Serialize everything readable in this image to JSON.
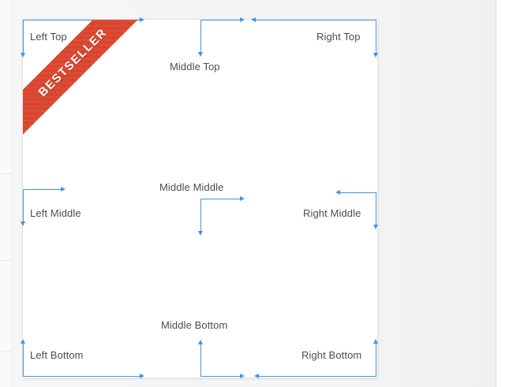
{
  "page": {
    "background_color": "#f7f7f7",
    "stage_color": "#f4f4f4"
  },
  "card": {
    "background_color": "#ffffff",
    "border_color": "#e4e4e4",
    "guide_color": "#3f96e0",
    "label_color": "#4d4d4d"
  },
  "ribbon": {
    "text": "BESTSELLER",
    "color": "#d9432c",
    "text_color": "#ffffff"
  },
  "positions": [
    {
      "key": "left-top",
      "label": "Left Top",
      "icon": "corner-guide-icon"
    },
    {
      "key": "middle-top",
      "label": "Middle Top",
      "icon": "corner-guide-icon"
    },
    {
      "key": "right-top",
      "label": "Right Top",
      "icon": "corner-guide-icon"
    },
    {
      "key": "left-middle",
      "label": "Left Middle",
      "icon": "corner-guide-icon"
    },
    {
      "key": "middle-middle",
      "label": "Middle Middle",
      "icon": "corner-guide-icon"
    },
    {
      "key": "right-middle",
      "label": "Right Middle",
      "icon": "corner-guide-icon"
    },
    {
      "key": "left-bottom",
      "label": "Left Bottom",
      "icon": "corner-guide-icon"
    },
    {
      "key": "middle-bottom",
      "label": "Middle Bottom",
      "icon": "corner-guide-icon"
    },
    {
      "key": "right-bottom",
      "label": "Right Bottom",
      "icon": "corner-guide-icon"
    }
  ]
}
